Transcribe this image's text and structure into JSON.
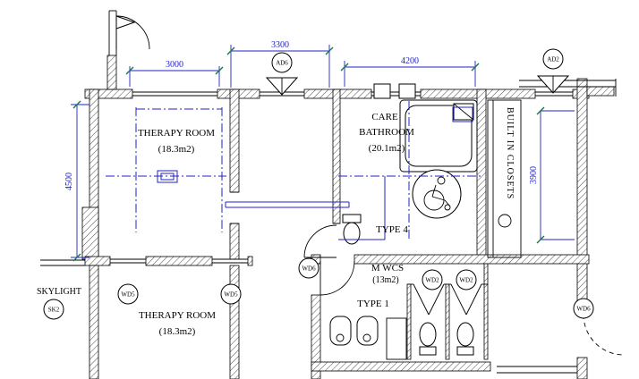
{
  "plan": {
    "accent_color": "#2323c8",
    "rooms": {
      "therapy_upper": {
        "name": "THERAPY ROOM",
        "area": "(18.3m2)"
      },
      "therapy_lower": {
        "name": "THERAPY ROOM",
        "area": "(18.3m2)"
      },
      "care_bathroom": {
        "name_line1": "CARE",
        "name_line2": "BATHROOM",
        "area": "(20.1m2)",
        "fixture_label": "TYPE 4"
      },
      "m_wcs": {
        "name": "M WCS",
        "area": "(13m2)",
        "fixture_label": "TYPE 1"
      },
      "built_in_closets": {
        "name": "BUILT IN CLOSETS"
      },
      "skylight": {
        "name": "SKYLIGHT"
      }
    },
    "dimensions": {
      "top_left": "3000",
      "top_middle": "3300",
      "top_right": "4200",
      "left_vertical": "4500",
      "right_vertical": "3900"
    },
    "tags": {
      "ad6": "AD6",
      "ad2": "AD2",
      "sk2": "SK2",
      "wd5_a": "WD5",
      "wd5_b": "WD5",
      "wd6_mid": "WD6",
      "wd2_a": "WD2",
      "wd2_b": "WD2",
      "wd6_right": "WD6"
    }
  }
}
